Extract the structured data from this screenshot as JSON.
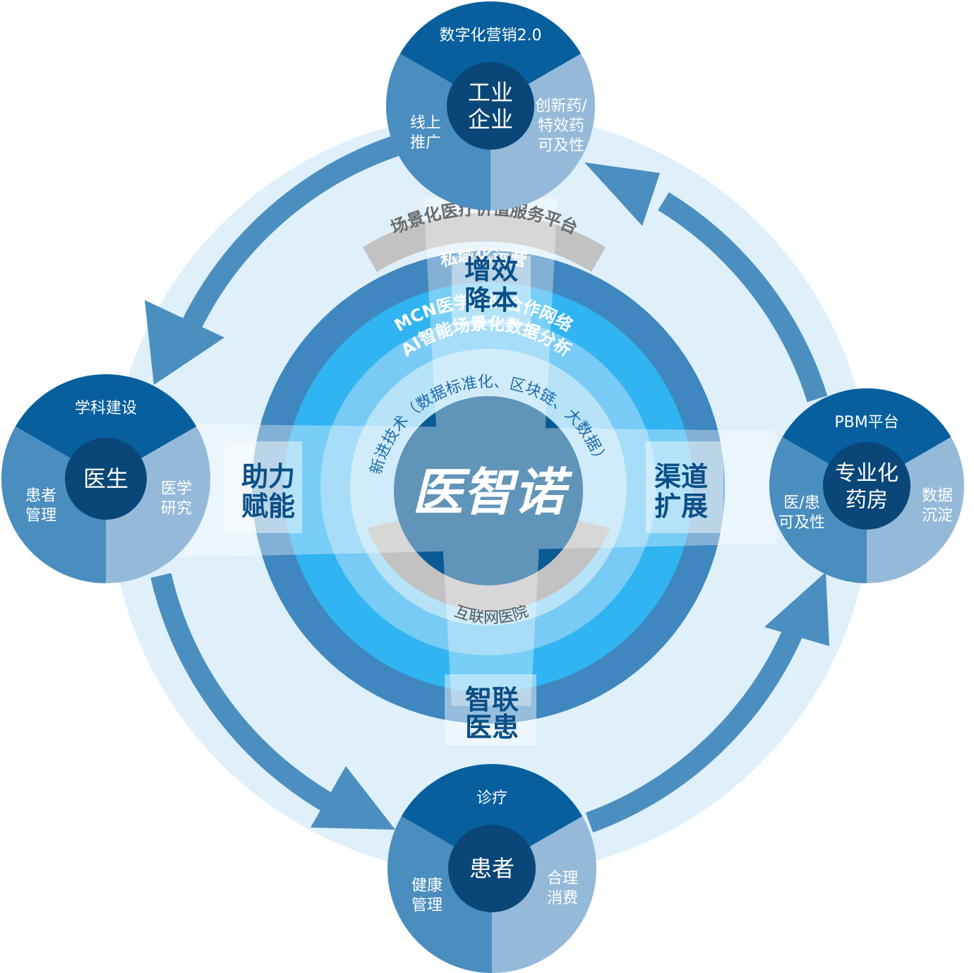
{
  "center": {
    "title": "医智诺",
    "rings": {
      "outer_arc": "场景化医疗价值服务平台",
      "ring1": "私域化运营",
      "ring2": "MCN医学团队合作网络",
      "ring3": "AI智能场景化数据分析",
      "ring4": "新进技术（数据标准化、区块链、大数据）",
      "bottom_arc": "互联网医院"
    },
    "spokes": {
      "top": [
        "增效",
        "降本"
      ],
      "left": [
        "助力",
        "赋能"
      ],
      "right": [
        "渠道",
        "扩展"
      ],
      "bottom": [
        "智联",
        "医患"
      ]
    }
  },
  "nodes": {
    "top": {
      "title": [
        "工业",
        "企业"
      ],
      "top": [
        "数字化营销2.0"
      ],
      "left": [
        "线上",
        "推广"
      ],
      "right": [
        "创新药/",
        "特效药",
        "可及性"
      ]
    },
    "left": {
      "title": [
        "医生"
      ],
      "top": [
        "学科建设"
      ],
      "left": [
        "患者",
        "管理"
      ],
      "right": [
        "医学",
        "研究"
      ]
    },
    "right": {
      "title": [
        "专业化",
        "药房"
      ],
      "top": [
        "PBM平台"
      ],
      "left": [
        "医/患",
        "可及性"
      ],
      "right": [
        "数据",
        "沉淀"
      ]
    },
    "bottom": {
      "title": [
        "患者"
      ],
      "top": [
        "诊疗"
      ],
      "left": [
        "健康",
        "管理"
      ],
      "right": [
        "合理",
        "消费"
      ]
    }
  },
  "colors": {
    "dark": "#075f9e",
    "mid": "#4a8dbf",
    "light": "#95bad9",
    "core": "#0a5a94",
    "ring_dark": "#3f87bf",
    "ring_cyan": "#30b4f2",
    "ring_sky": "#78cbf4",
    "ring_pale": "#b7e3f8",
    "gray": "#c2c2c2",
    "halo": "#dff0fb",
    "arrow": "#4b8fc0"
  }
}
